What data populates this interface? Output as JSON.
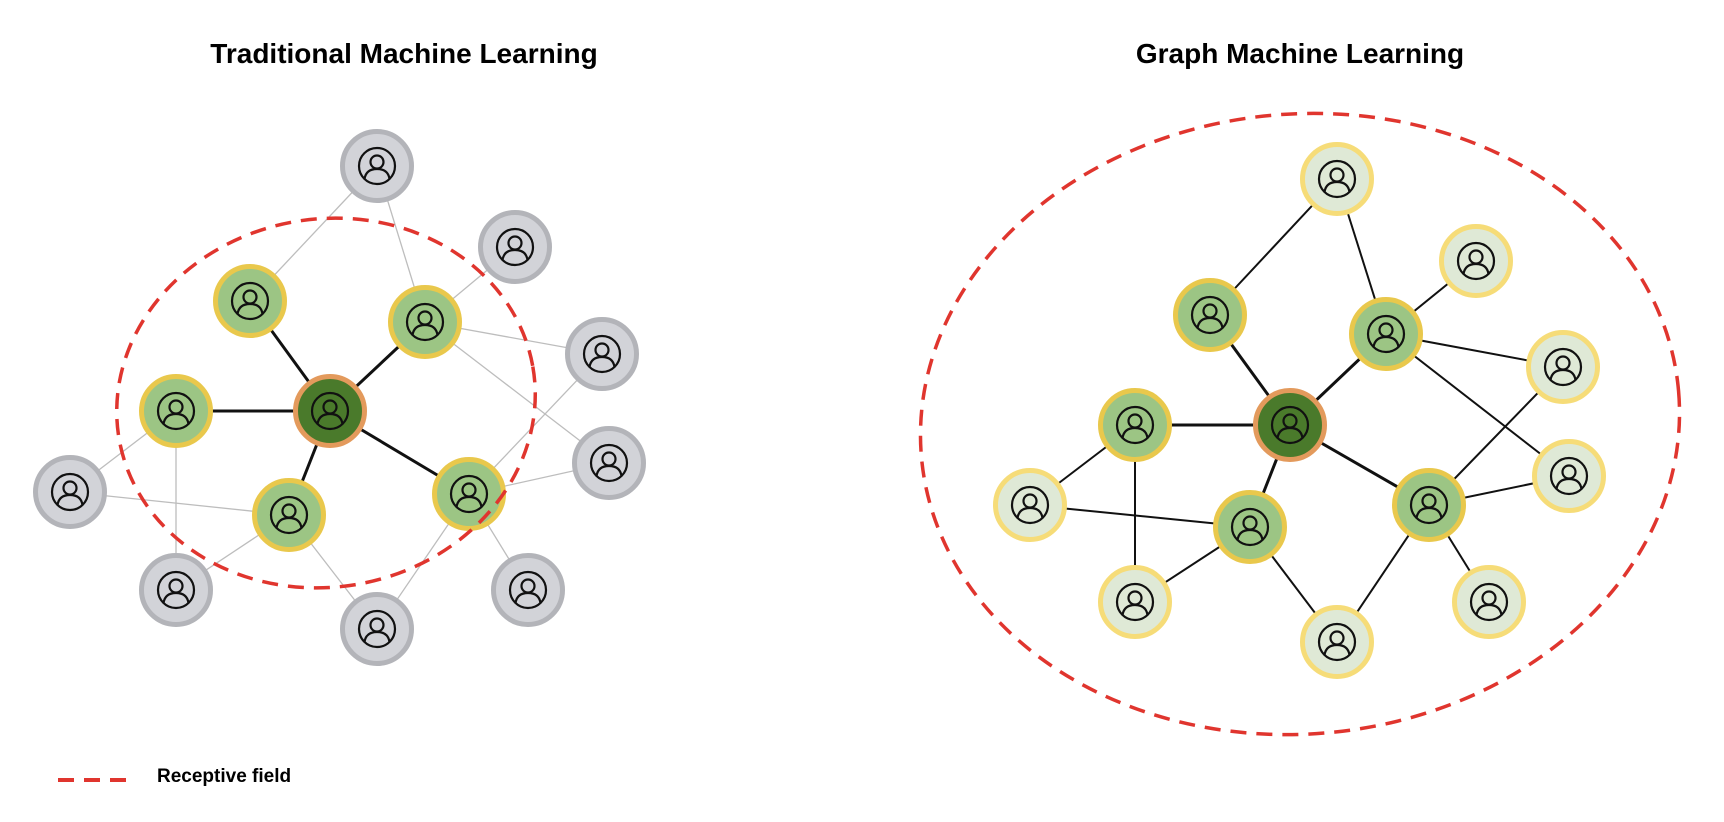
{
  "panels": {
    "traditional": {
      "title": "Traditional Machine Learning"
    },
    "graph": {
      "title": "Graph Machine Learning"
    }
  },
  "legend": {
    "receptive_field_label": "Receptive field"
  },
  "colors": {
    "receptive_field": "#e0352e",
    "target_fill": "#4a7a2b",
    "target_border": "#e39a5c",
    "neighbor_fill": "#9cc584",
    "neighbor_border": "#e9c84c",
    "outer_fill": "#d2d3d8",
    "outer_border": "#b3b4b9",
    "outer_in_field_fill": "#dfe9d6",
    "outer_in_field_border": "#f6dc78"
  },
  "icons": {
    "node": "user-icon"
  }
}
